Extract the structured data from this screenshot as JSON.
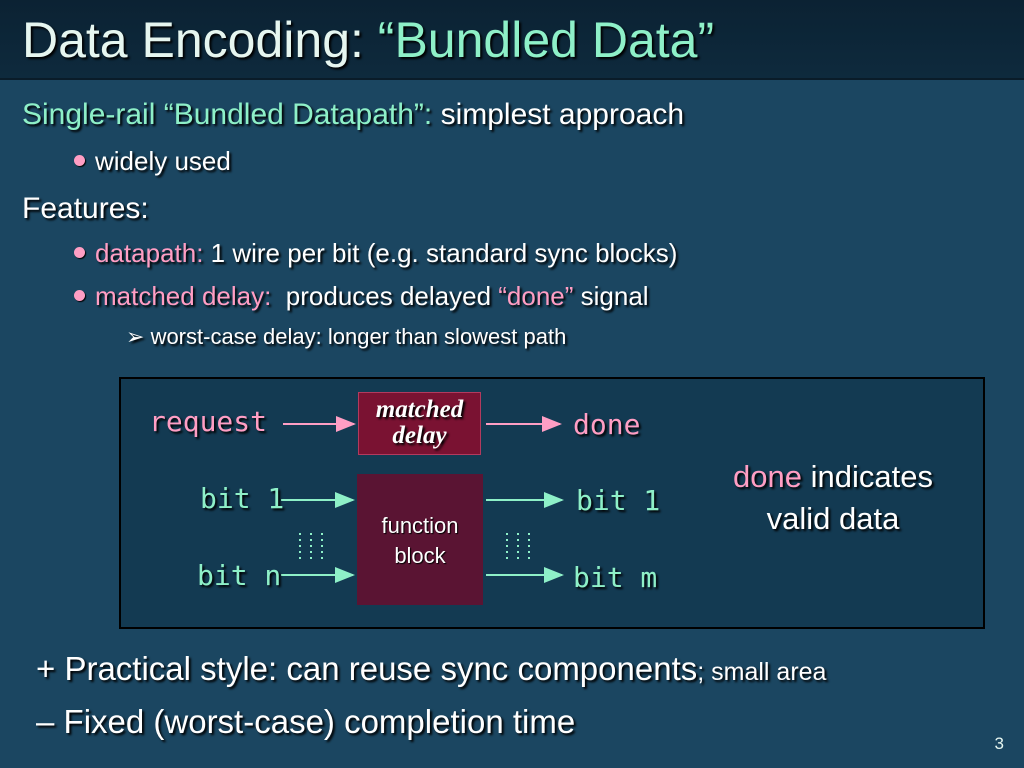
{
  "title": {
    "prefix": "Data Encoding: ",
    "accent": "“Bundled Data”"
  },
  "intro": {
    "label": "Single-rail “Bundled Datapath”:",
    "text": " simplest approach"
  },
  "intro_bullet": "widely used",
  "features_heading": "Features:",
  "features": [
    {
      "label": "datapath:",
      "text": " 1 wire per bit (e.g. standard sync blocks)"
    },
    {
      "label": "matched delay:",
      "text_before": "  produces delayed ",
      "quoted": "“done”",
      "text_after": " signal"
    }
  ],
  "sub_bullet_marker": "➢",
  "sub_bullet": "worst-case delay: longer than slowest path",
  "diagram": {
    "request": "request",
    "matched_line1": "matched",
    "matched_line2": "delay",
    "done": "done",
    "bit1_in": "bit 1",
    "bitn_in": "bit n",
    "function_line1": "function",
    "function_line2": "block",
    "bit1_out": "bit 1",
    "bitm_out": "bit m",
    "note_accent": "done",
    "note_rest": " indicates",
    "note_line2": "valid data"
  },
  "pros": {
    "marker": "+",
    "text": "Practical style: can reuse sync components",
    "small": "; small area"
  },
  "cons": {
    "marker": "–",
    "text": "Fixed (worst-case) completion time"
  },
  "page_number": "3",
  "colors": {
    "accent_green": "#8ef0c8",
    "accent_pink": "#ff9ec4",
    "background": "#1b4661",
    "function_block": "#5a1433",
    "matched_block": "#7a1232"
  }
}
